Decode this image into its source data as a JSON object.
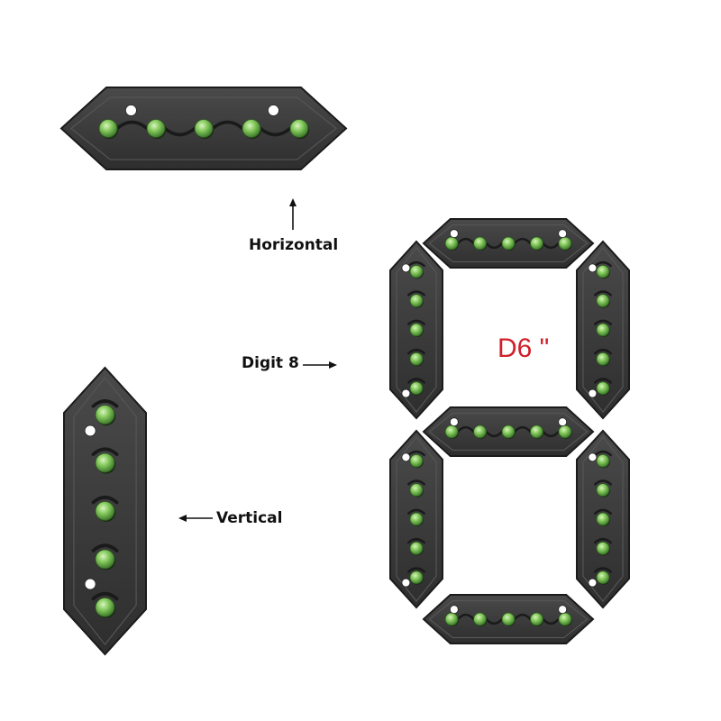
{
  "labels": {
    "horizontal": "Horizontal",
    "digit": "Digit 8",
    "vertical": "Vertical",
    "size": "D6 \""
  },
  "colors": {
    "housing": "#3a3a3a",
    "housing_edge": "#1b1b1b",
    "led": "#7fbf5a",
    "size_text": "#d0202a"
  },
  "icons": {
    "arrow_up": "arrow-up-icon",
    "arrow_right": "arrow-right-icon",
    "arrow_left": "arrow-left-icon"
  },
  "segments": {
    "leds_per_segment": 5,
    "digit_segment_count": 7
  }
}
